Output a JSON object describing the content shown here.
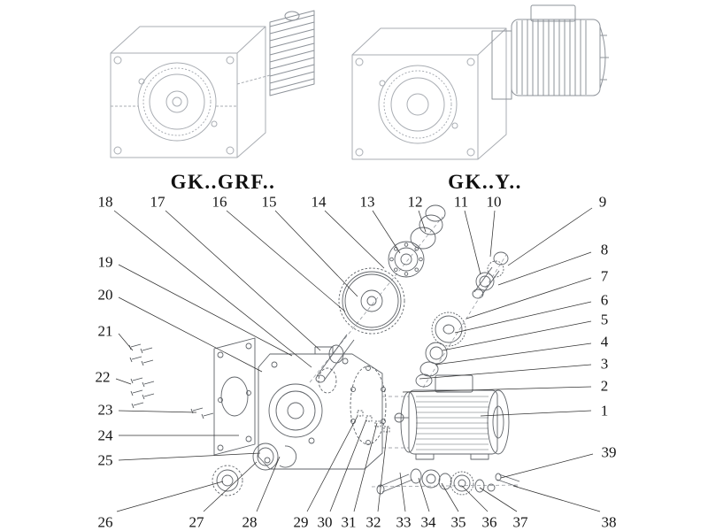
{
  "diagram": {
    "type": "exploded-parts-diagram",
    "subject": "helical-bevel gear reducer with motor, exploded assembly view",
    "colors": {
      "ink": "#141414",
      "sketch_gray": "#a9adb3",
      "detail_gray": "#5f6368"
    },
    "variants": [
      {
        "label": "GK..GRF.."
      },
      {
        "label": "GK..Y.."
      }
    ],
    "callouts": [
      "18",
      "17",
      "16",
      "15",
      "14",
      "13",
      "12",
      "11",
      "10",
      "9",
      "8",
      "7",
      "6",
      "5",
      "4",
      "3",
      "2",
      "1",
      "39",
      "19",
      "20",
      "21",
      "22",
      "23",
      "24",
      "25",
      "26",
      "27",
      "28",
      "29",
      "30",
      "31",
      "32",
      "33",
      "34",
      "35",
      "36",
      "37",
      "38"
    ]
  }
}
